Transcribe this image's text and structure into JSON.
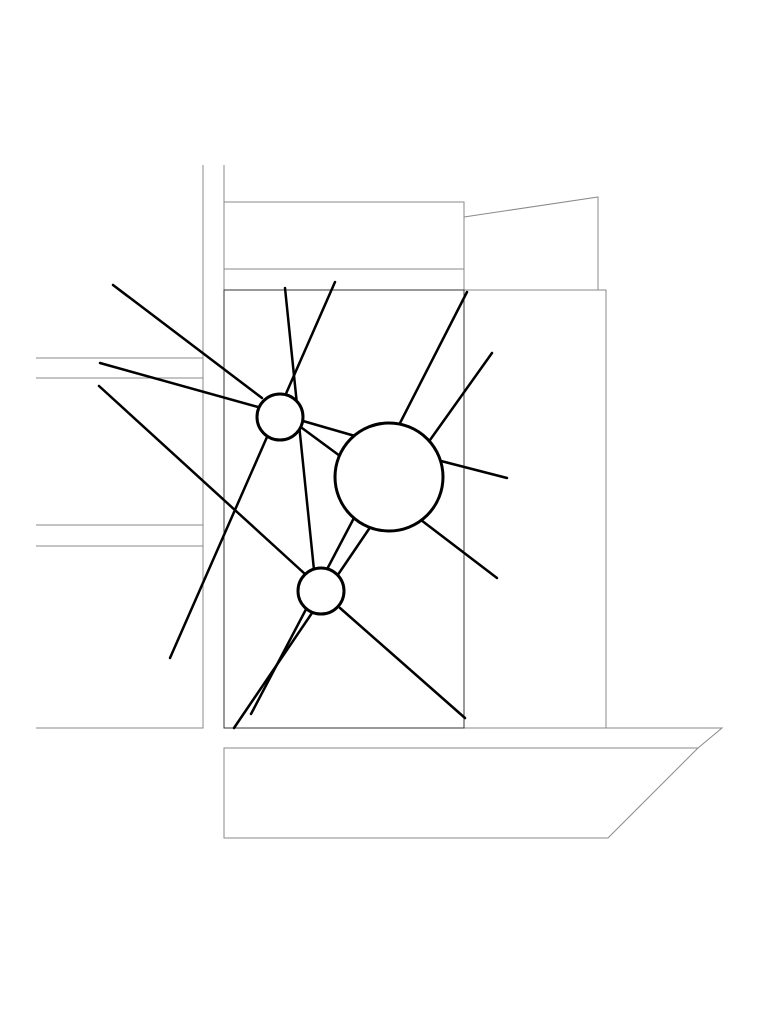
{
  "diagram": {
    "style": "line drawing",
    "background_color": "#ffffff",
    "thin_line_color": "#8a8a8a",
    "bold_line_color": "#000000",
    "nodes": [
      {
        "id": "small-upper-node",
        "size": "small"
      },
      {
        "id": "large-node",
        "size": "large"
      },
      {
        "id": "small-lower-node",
        "size": "small"
      }
    ],
    "ray_count": 13
  }
}
